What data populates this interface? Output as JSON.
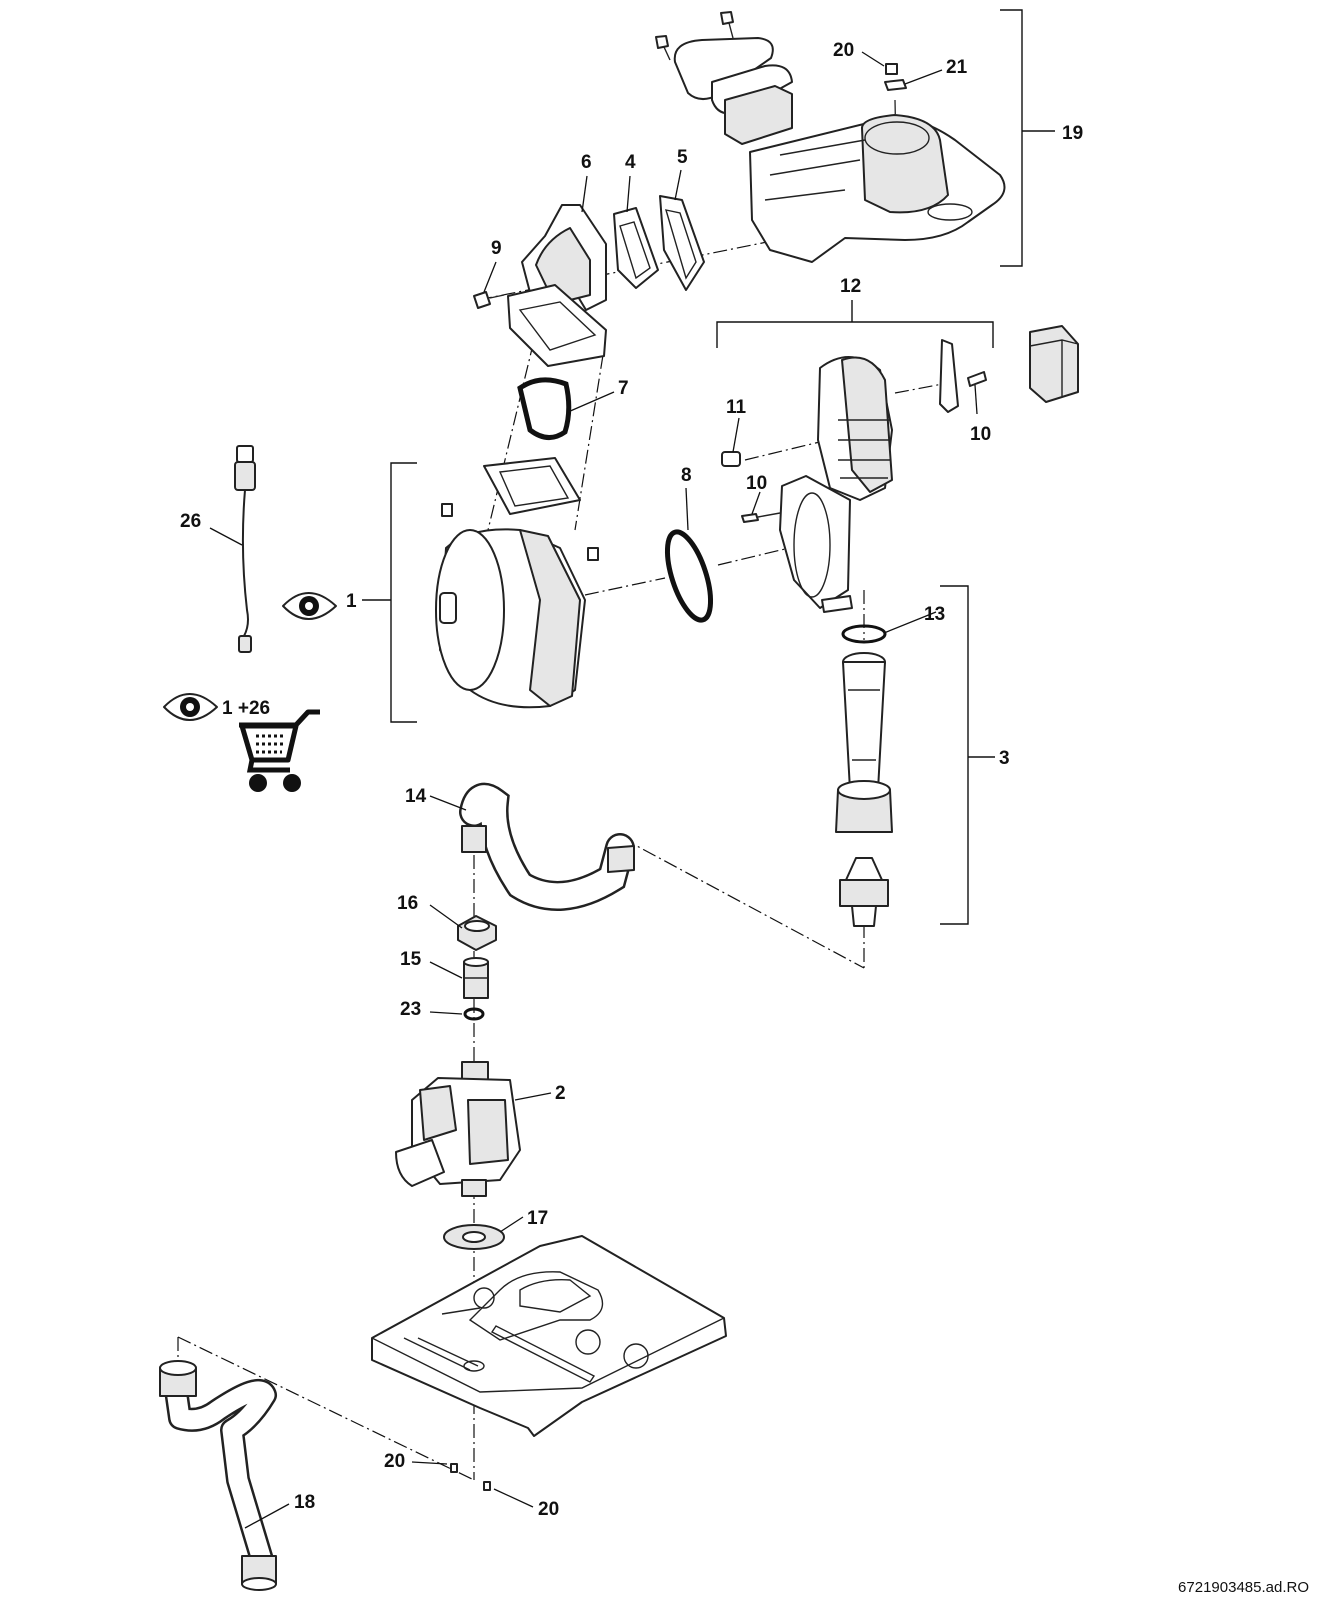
{
  "labels": {
    "l1": "1",
    "l2": "2",
    "l3": "3",
    "l4": "4",
    "l5": "5",
    "l6": "6",
    "l7": "7",
    "l8": "8",
    "l9": "9",
    "l10a": "10",
    "l10b": "10",
    "l11": "11",
    "l12": "12",
    "l13": "13",
    "l14": "14",
    "l15": "15",
    "l16": "16",
    "l17": "17",
    "l18": "18",
    "l19": "19",
    "l20a": "20",
    "l20b": "20",
    "l20c": "20",
    "l21": "21",
    "l23": "23",
    "l26": "26"
  },
  "legend": {
    "combo": "1 +26"
  },
  "icons": {
    "view": "eye-icon",
    "order": "shopping-cart-icon"
  },
  "document_code": "6721903485.ad.RO"
}
